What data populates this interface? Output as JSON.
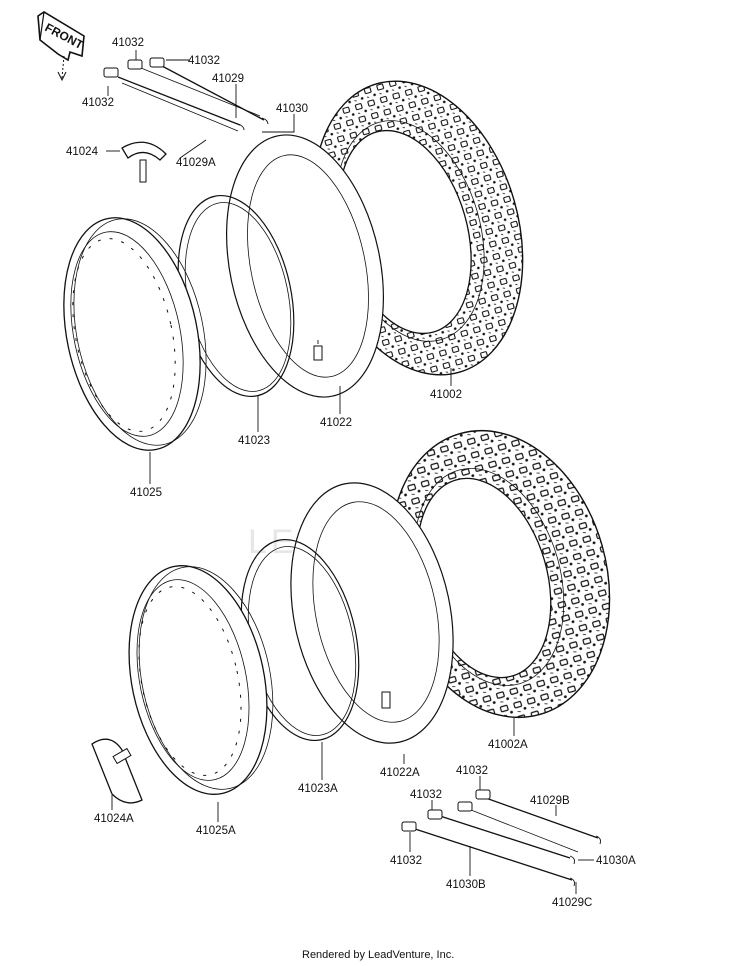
{
  "diagram": {
    "front_badge": "FRONT",
    "watermark": "LEADVENTURE",
    "labels": {
      "p41032_a": "41032",
      "p41032_b": "41032",
      "p41032_c": "41032",
      "p41029": "41029",
      "p41030": "41030",
      "p41024": "41024",
      "p41029A": "41029A",
      "p41023": "41023",
      "p41022": "41022",
      "p41025": "41025",
      "p41002": "41002",
      "p41002A": "41002A",
      "p41022A": "41022A",
      "p41023A": "41023A",
      "p41024A": "41024A",
      "p41025A": "41025A",
      "p41032_d": "41032",
      "p41032_e": "41032",
      "p41032_f": "41032",
      "p41029B": "41029B",
      "p41030A": "41030A",
      "p41030B": "41030B",
      "p41029C": "41029C"
    },
    "footer": "Rendered by LeadVenture, Inc."
  }
}
